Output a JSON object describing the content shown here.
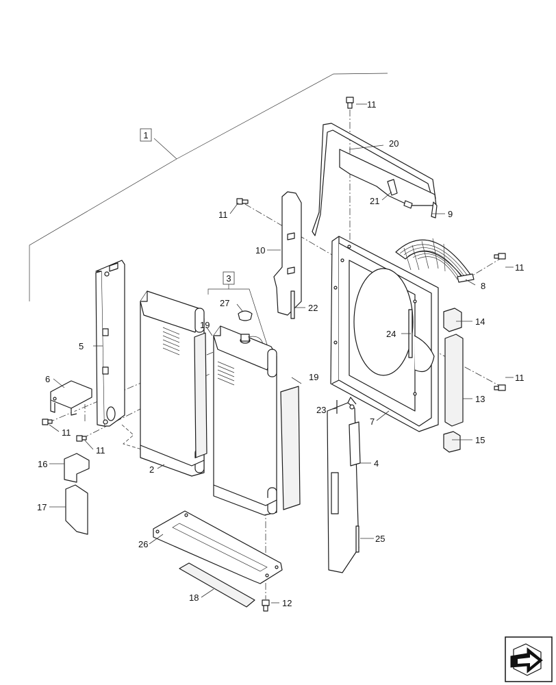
{
  "callouts": {
    "c1": "1",
    "c2": "2",
    "c3": "3",
    "c4": "4",
    "c5": "5",
    "c6": "6",
    "c7": "7",
    "c8": "8",
    "c9": "9",
    "c10": "10",
    "c11a": "11",
    "c11b": "11",
    "c11c": "11",
    "c11d": "11",
    "c11e": "11",
    "c11f": "11",
    "c12": "12",
    "c13": "13",
    "c14": "14",
    "c15": "15",
    "c16": "16",
    "c17": "17",
    "c18": "18",
    "c19a": "19",
    "c19b": "19",
    "c20": "20",
    "c21": "21",
    "c22": "22",
    "c23": "23",
    "c24": "24",
    "c25": "25",
    "c26": "26",
    "c27": "27"
  },
  "nav_icon": "navigation-arrow-icon"
}
